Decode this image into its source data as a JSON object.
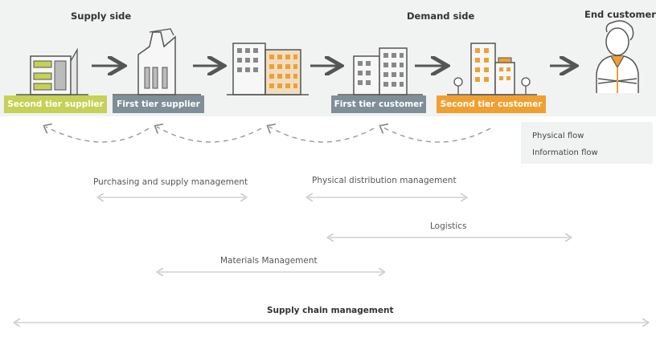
{
  "headers": {
    "supply_side": "Supply side",
    "demand_side": "Demand side",
    "end_customer": "End customer"
  },
  "labels": {
    "second_tier_supplier": "Second tier supplier",
    "first_tier_supplier": "First tier supplier",
    "first_tier_customer": "First tier customer",
    "second_tier_customer": "Second tier customer"
  },
  "legend": {
    "physical_flow": "Physical flow",
    "information_flow": "Information flow"
  },
  "ranges": {
    "purchasing": "Purchasing and supply management",
    "physical_distribution": "Physical distribution management",
    "logistics": "Logistics",
    "materials": "Materials Management",
    "supply_chain": "Supply chain management"
  },
  "colors": {
    "band": "#f1f2f2",
    "second_tier_supplier": "#c5d157",
    "first_tier_supplier": "#7f8f99",
    "first_tier_customer": "#7f8f99",
    "second_tier_customer": "#f0a030",
    "arrow": "#555555",
    "range_arrow": "#c8c8c8"
  }
}
